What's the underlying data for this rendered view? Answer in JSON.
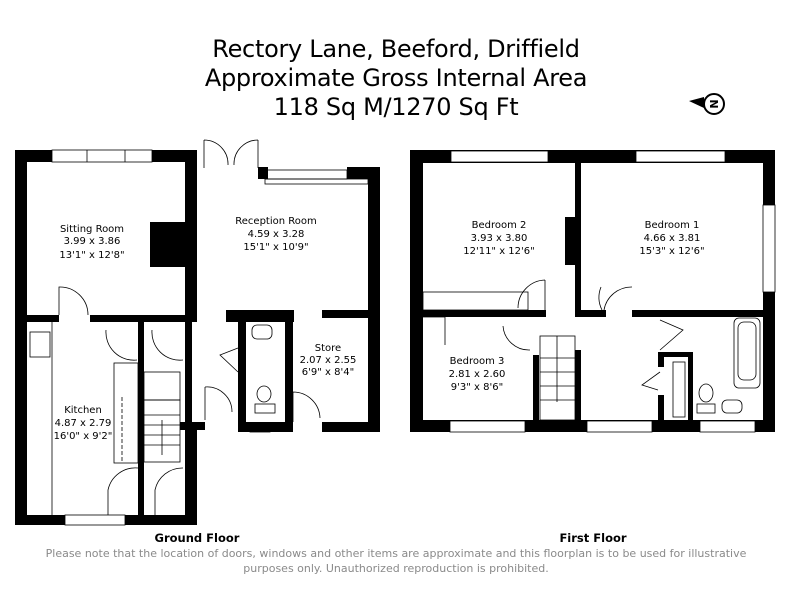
{
  "header": {
    "title_line1": "Rectory Lane, Beeford, Driffield",
    "title_line2": "Approximate Gross Internal Area",
    "title_line3": "118 Sq M/1270 Sq Ft"
  },
  "compass": {
    "icon": "north-compass-icon",
    "letter": "N"
  },
  "ground_floor": {
    "label": "Ground Floor",
    "rooms": [
      {
        "name": "Sitting Room",
        "metric": "3.99 x 3.86",
        "imperial": "13'1\" x 12'8\""
      },
      {
        "name": "Reception Room",
        "metric": "4.59 x 3.28",
        "imperial": "15'1\" x 10'9\""
      },
      {
        "name": "Store",
        "metric": "2.07 x 2.55",
        "imperial": "6'9\" x 8'4\""
      },
      {
        "name": "Kitchen",
        "metric": "4.87 x 2.79",
        "imperial": "16'0\" x 9'2\""
      }
    ]
  },
  "first_floor": {
    "label": "First Floor",
    "rooms": [
      {
        "name": "Bedroom 2",
        "metric": "3.93 x 3.80",
        "imperial": "12'11\" x 12'6\""
      },
      {
        "name": "Bedroom 1",
        "metric": "4.66 x 3.81",
        "imperial": "15'3\" x 12'6\""
      },
      {
        "name": "Bedroom 3",
        "metric": "2.81 x 2.60",
        "imperial": "9'3\" x 8'6\""
      }
    ]
  },
  "disclaimer": {
    "line1": "Please note that the location of doors, windows and other items are approximate and this floorplan is to be used for illustrative",
    "line2": "purposes only. Unauthorized reproduction is prohibited."
  }
}
